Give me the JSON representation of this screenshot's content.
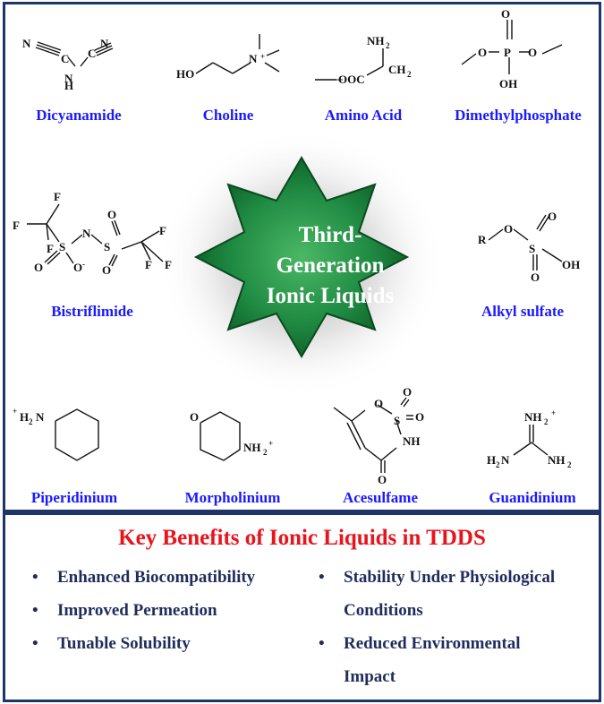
{
  "center": {
    "line1": "Third-",
    "line2": "Generation",
    "line3": "Ionic Liquids"
  },
  "ions": [
    "Dicyanamide",
    "Choline",
    "Amino Acid",
    "Dimethylphosphate",
    "Bistriflimide",
    "Alkyl sulfate",
    "Piperidinium",
    "Morpholinium",
    "Acesulfame",
    "Guanidinium"
  ],
  "benefits": {
    "title": "Key Benefits of Ionic Liquids in TDDS",
    "bullet": "•",
    "left": [
      "Enhanced Biocompatibility",
      "Improved Permeation",
      "Tunable Solubility"
    ],
    "right_1": [
      "Stability Under Physiological",
      "Conditions"
    ],
    "right_2": [
      "Reduced Environmental",
      "Impact"
    ]
  },
  "colors": {
    "frame": "#1f3468",
    "ion_label": "#1a1aff",
    "title": "#e8141c",
    "benefit_text": "#1f2d5c",
    "star": "#1b7a3a"
  }
}
